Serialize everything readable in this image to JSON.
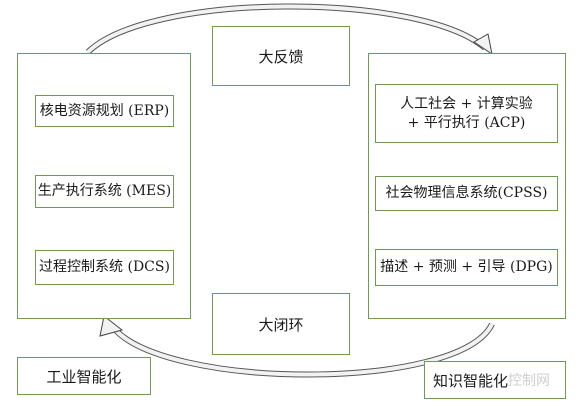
{
  "feedback_label": "大反馈",
  "closed_loop_label": "大闭环",
  "left_panel": {
    "items": [
      "核电资源规划 (ERP)",
      "生产执行系统 (MES)",
      "过程控制系统 (DCS)"
    ],
    "caption": "工业智能化"
  },
  "right_panel": {
    "items": [
      {
        "line1": "人工社会 + 计算实验",
        "line2": "+ 平行执行 (ACP)"
      },
      {
        "line1": "社会物理信息系统(CPSS)"
      },
      {
        "line1": "描述 + 预测 + 引导 (DPG)"
      }
    ],
    "caption": "知识智能化",
    "watermark": "控制网"
  }
}
